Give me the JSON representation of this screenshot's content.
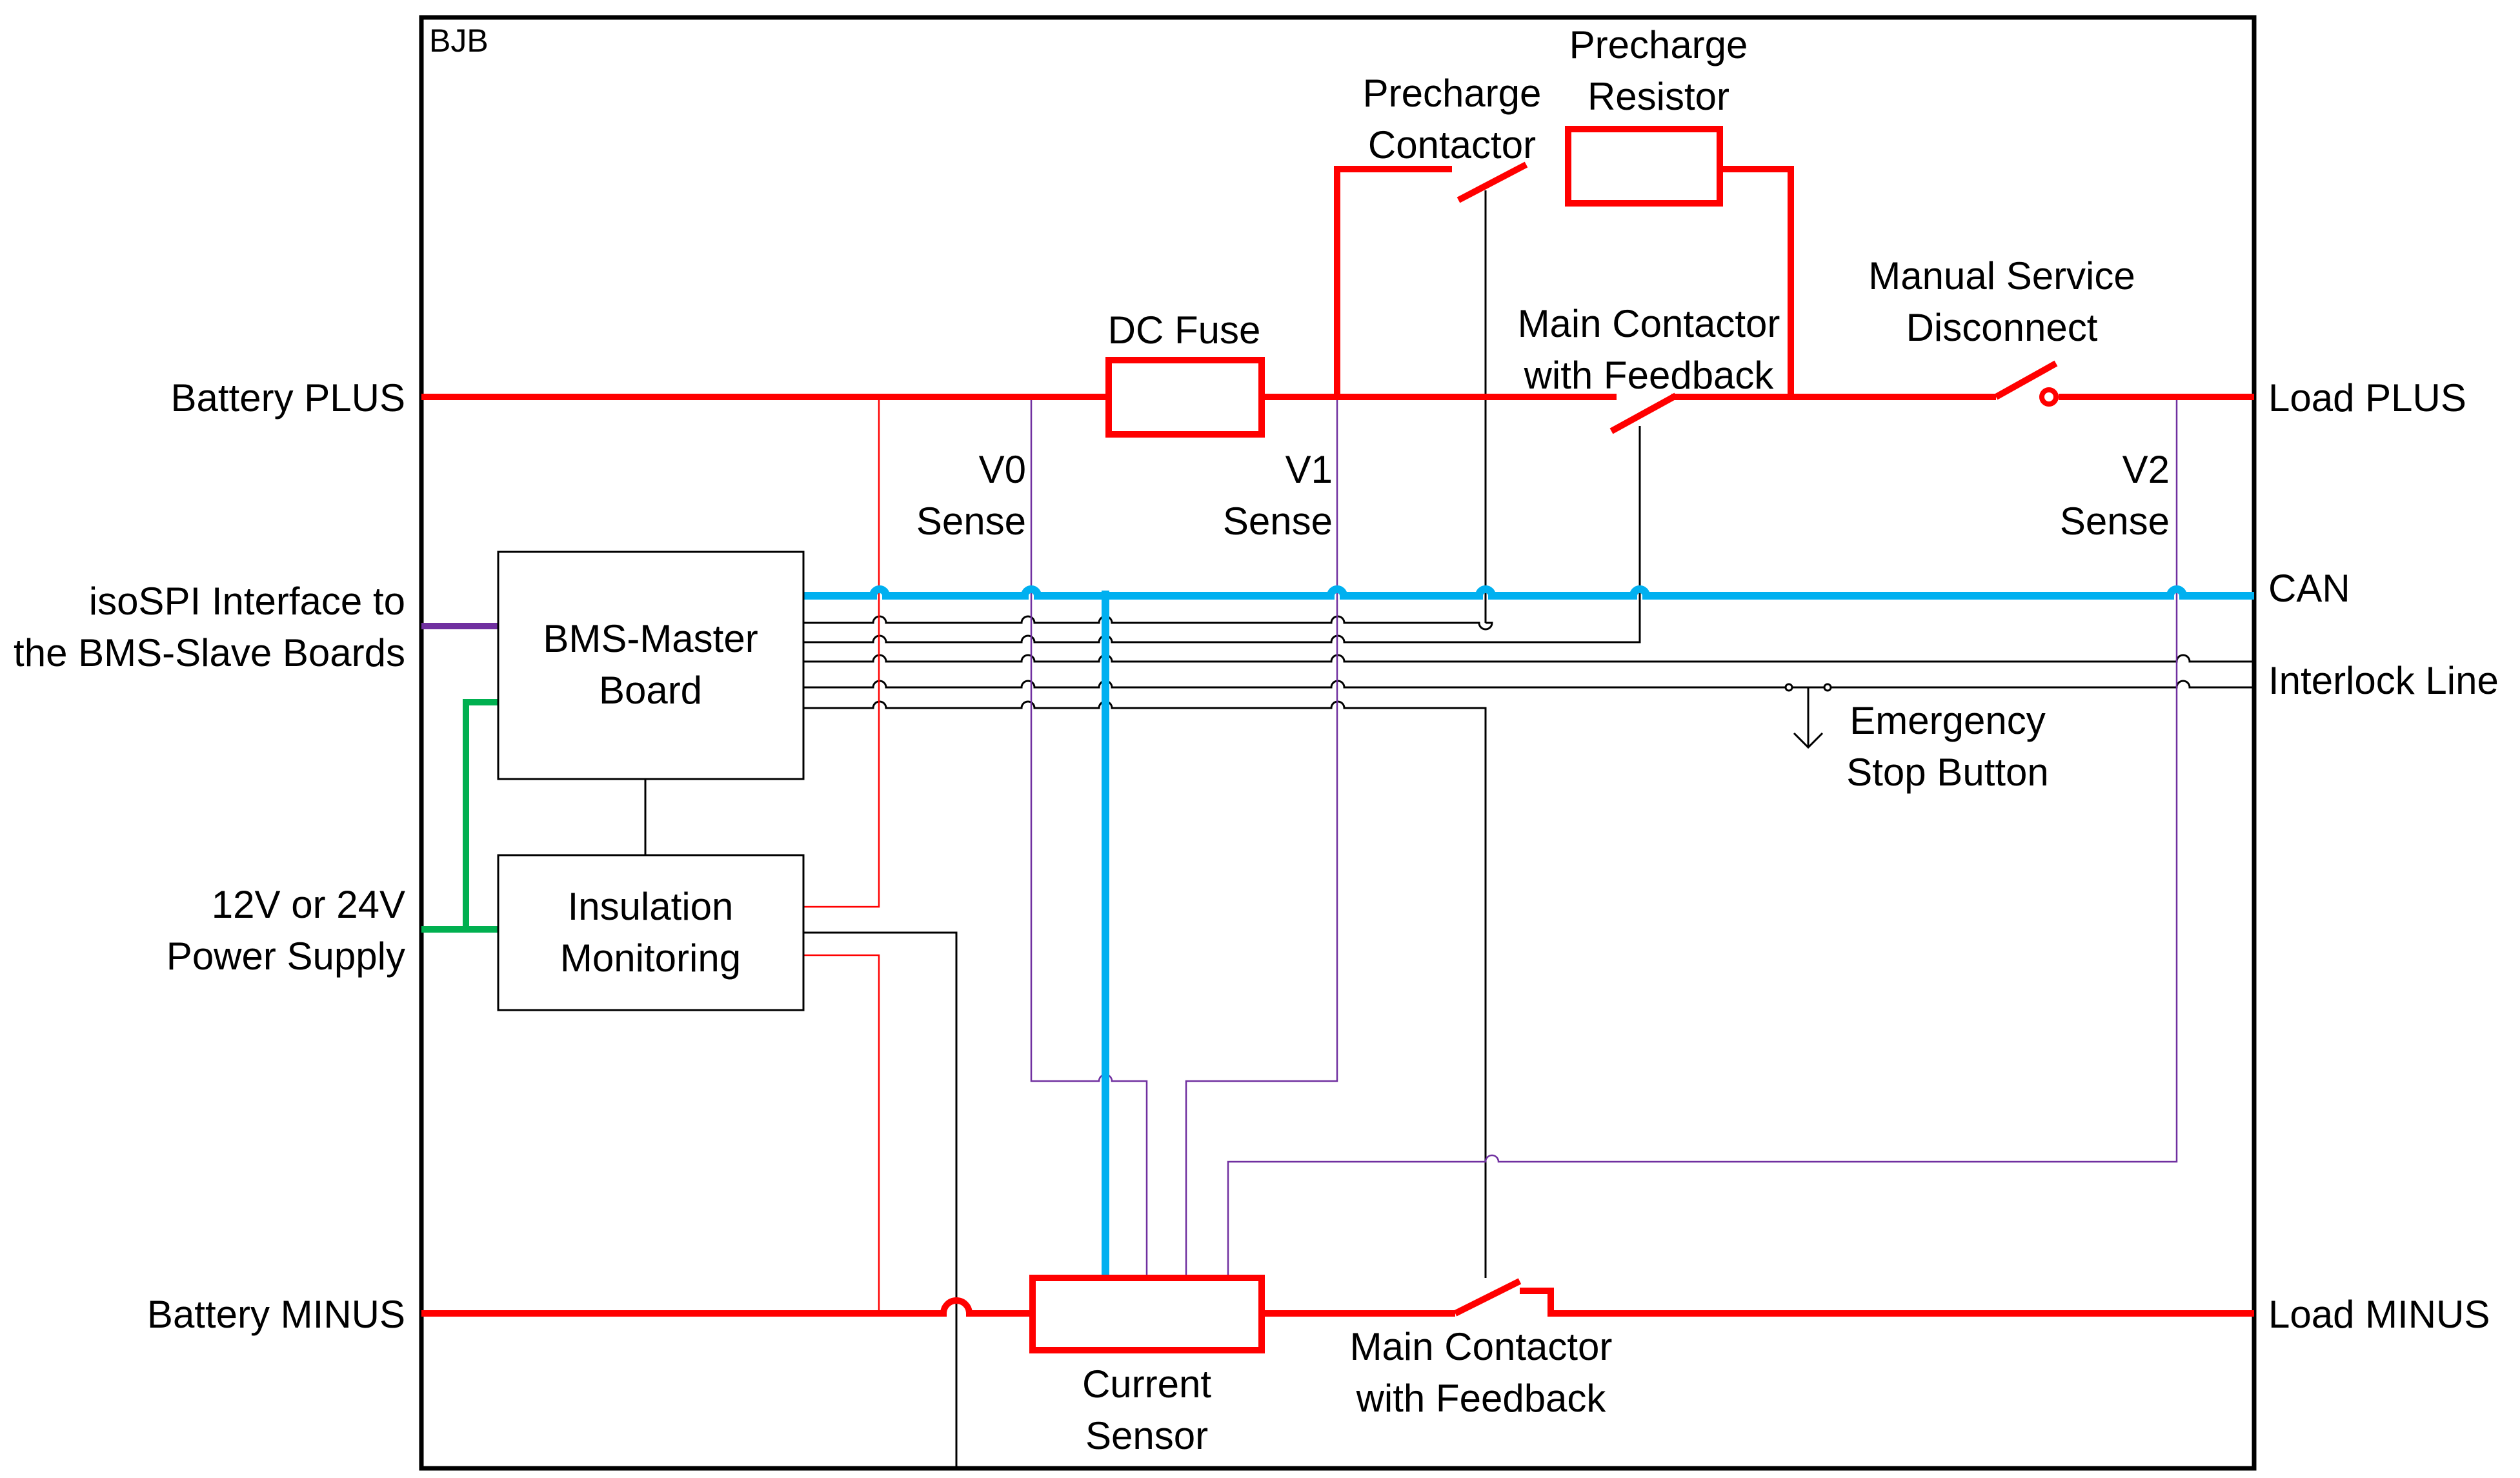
{
  "enclosure_label": "BJB",
  "left_labels": {
    "battery_plus": "Battery PLUS",
    "isospi_line1": "isoSPI Interface to",
    "isospi_line2": "the BMS-Slave Boards",
    "supply_line1": "12V or 24V",
    "supply_line2": "Power Supply",
    "battery_minus": "Battery MINUS"
  },
  "right_labels": {
    "load_plus": "Load PLUS",
    "can": "CAN",
    "interlock": "Interlock Line",
    "load_minus": "Load MINUS"
  },
  "components": {
    "dc_fuse": "DC Fuse",
    "precharge_contactor_line1": "Precharge",
    "precharge_contactor_line2": "Contactor",
    "precharge_resistor_line1": "Precharge",
    "precharge_resistor_line2": "Resistor",
    "main_contactor_top_line1": "Main Contactor",
    "main_contactor_top_line2": "with Feedback",
    "msd_line1": "Manual Service",
    "msd_line2": "Disconnect",
    "bms_master_line1": "BMS-Master",
    "bms_master_line2": "Board",
    "insulation_line1": "Insulation",
    "insulation_line2": "Monitoring",
    "emergency_line1": "Emergency",
    "emergency_line2": "Stop Button",
    "current_sensor_line1": "Current",
    "current_sensor_line2": "Sensor",
    "main_contactor_bottom_line1": "Main Contactor",
    "main_contactor_bottom_line2": "with Feedback"
  },
  "sense_labels": {
    "v0_line1": "V0",
    "v0_line2": "Sense",
    "v1_line1": "V1",
    "v1_line2": "Sense",
    "v2_line1": "V2",
    "v2_line2": "Sense"
  },
  "colors": {
    "power": "#ff0000",
    "can": "#00b0f0",
    "sense": "#7030a0",
    "supply": "#00b050",
    "signal": "#000000"
  }
}
